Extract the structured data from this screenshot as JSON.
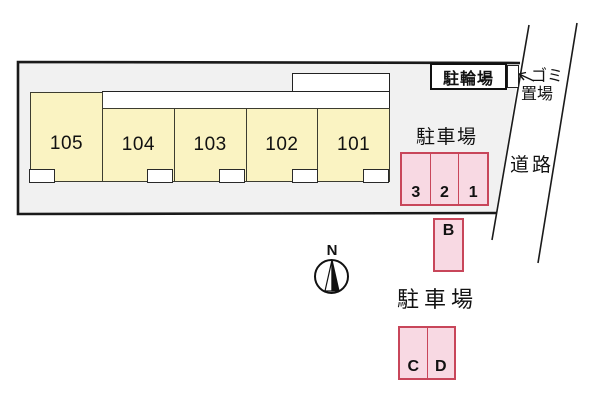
{
  "building": {
    "rooms": [
      {
        "number": "105"
      },
      {
        "number": "104"
      },
      {
        "number": "103"
      },
      {
        "number": "102"
      },
      {
        "number": "101"
      }
    ]
  },
  "lot": {
    "bicycle_parking_label": "駐輪場",
    "garbage_area_label_line1": "ゴミ",
    "garbage_area_label_line2": "置場"
  },
  "road_label": "道路",
  "parking_lot_upper": {
    "label": "駐車場",
    "spaces": [
      "3",
      "2",
      "1"
    ]
  },
  "parking_space_b": "B",
  "parking_lot_lower": {
    "label": "駐車場",
    "spaces": [
      "C",
      "D"
    ]
  },
  "compass_label": "N",
  "colors": {
    "accent_red": "#c8465a",
    "pink_fill": "#f8d9e3",
    "room_yellow": "#faf3c2",
    "room_border": "#3c3c30",
    "lot_gray": "#f1f1f1",
    "line_dark": "#1a1a1a"
  }
}
